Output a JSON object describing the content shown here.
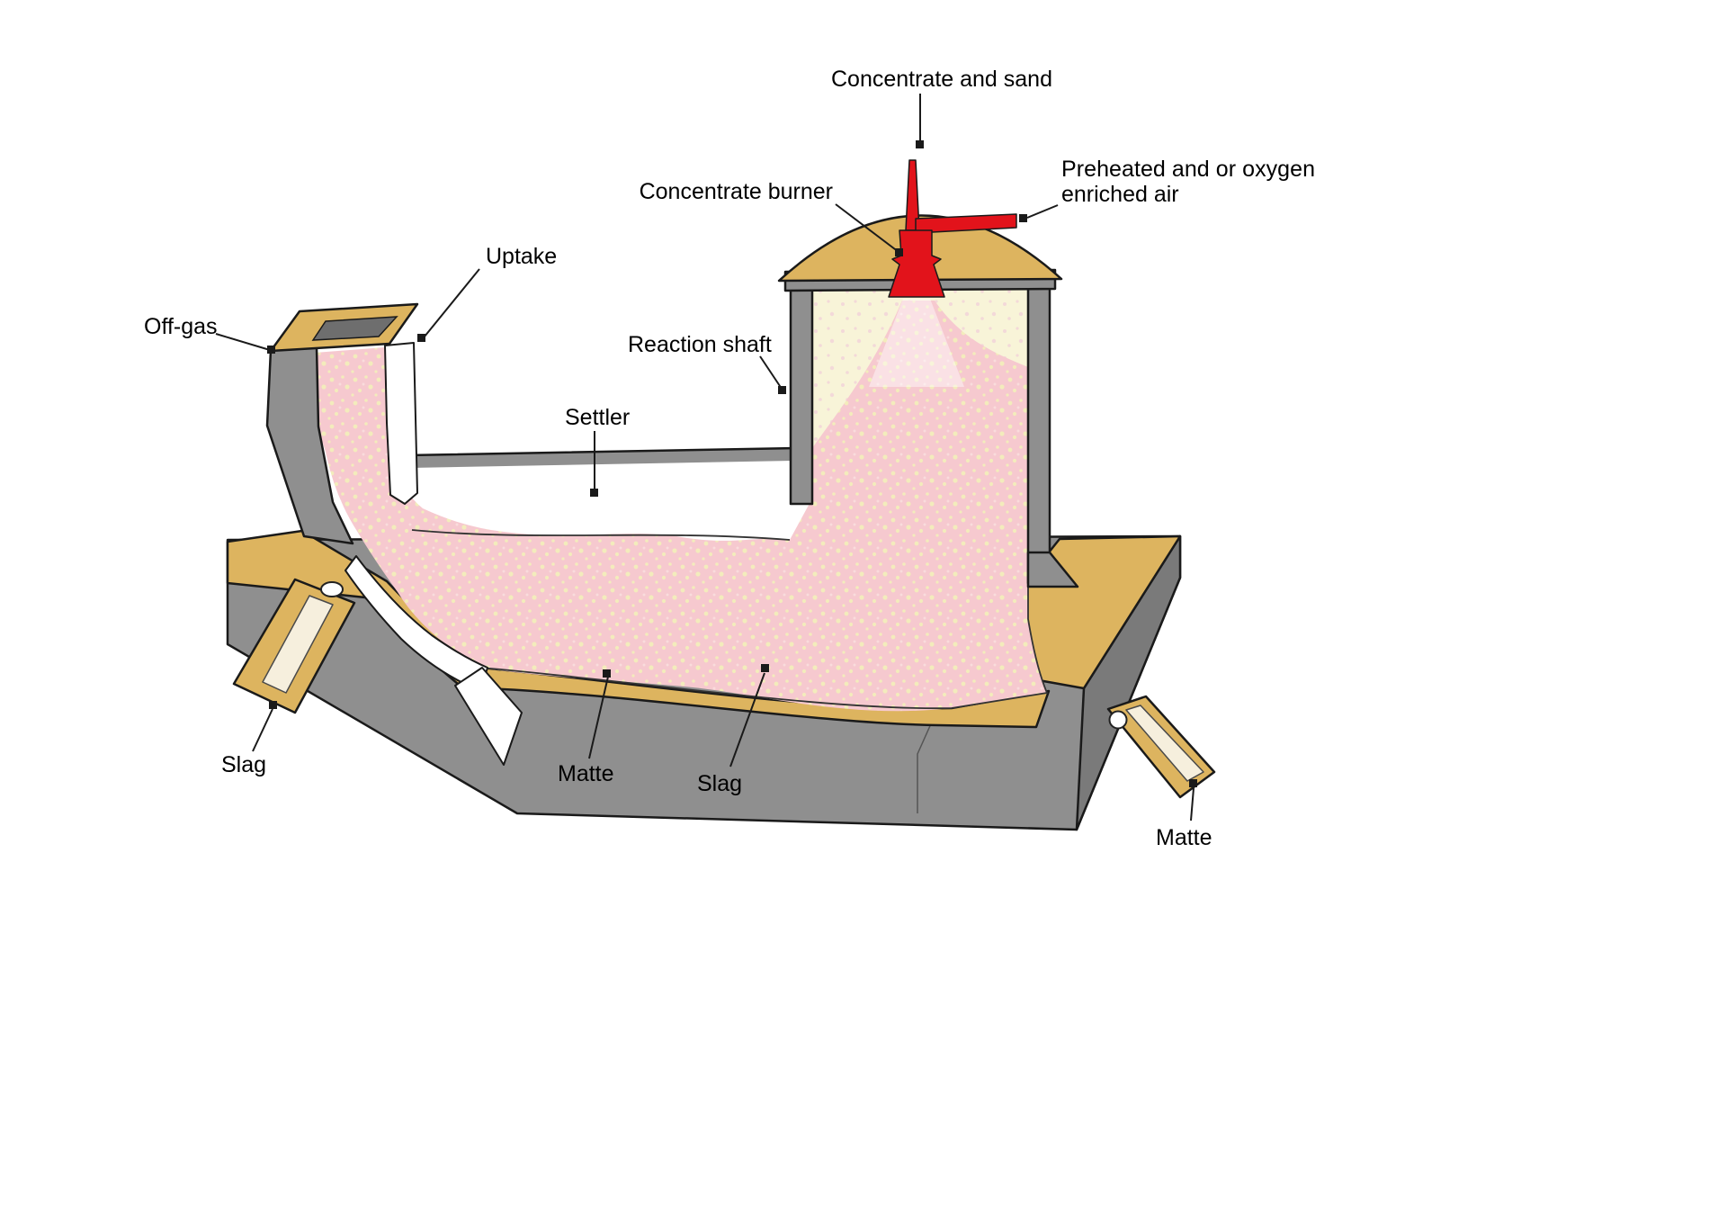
{
  "labels": {
    "concentrate_and_sand": "Concentrate and sand",
    "preheated_air_line1": "Preheated and or oxygen",
    "preheated_air_line2": "enriched air",
    "concentrate_burner": "Concentrate burner",
    "uptake": "Uptake",
    "off_gas": "Off-gas",
    "reaction_shaft": "Reaction shaft",
    "settler": "Settler",
    "slag_left": "Slag",
    "matte_center": "Matte",
    "slag_center": "Slag",
    "matte_right": "Matte"
  },
  "colors": {
    "page_bg": "#ffffff",
    "outline": "#1a1a1a",
    "furnace_gray": "#8f8f8f",
    "furnace_gray_dark": "#7a7a7a",
    "brick_tan": "#ddb45f",
    "melt_pink": "#f6c9cf",
    "flame_cream": "#f8f4d8",
    "speckle_yellow": "#f3ecbc",
    "burner_red": "#e2131b",
    "label_text": "#000000"
  }
}
